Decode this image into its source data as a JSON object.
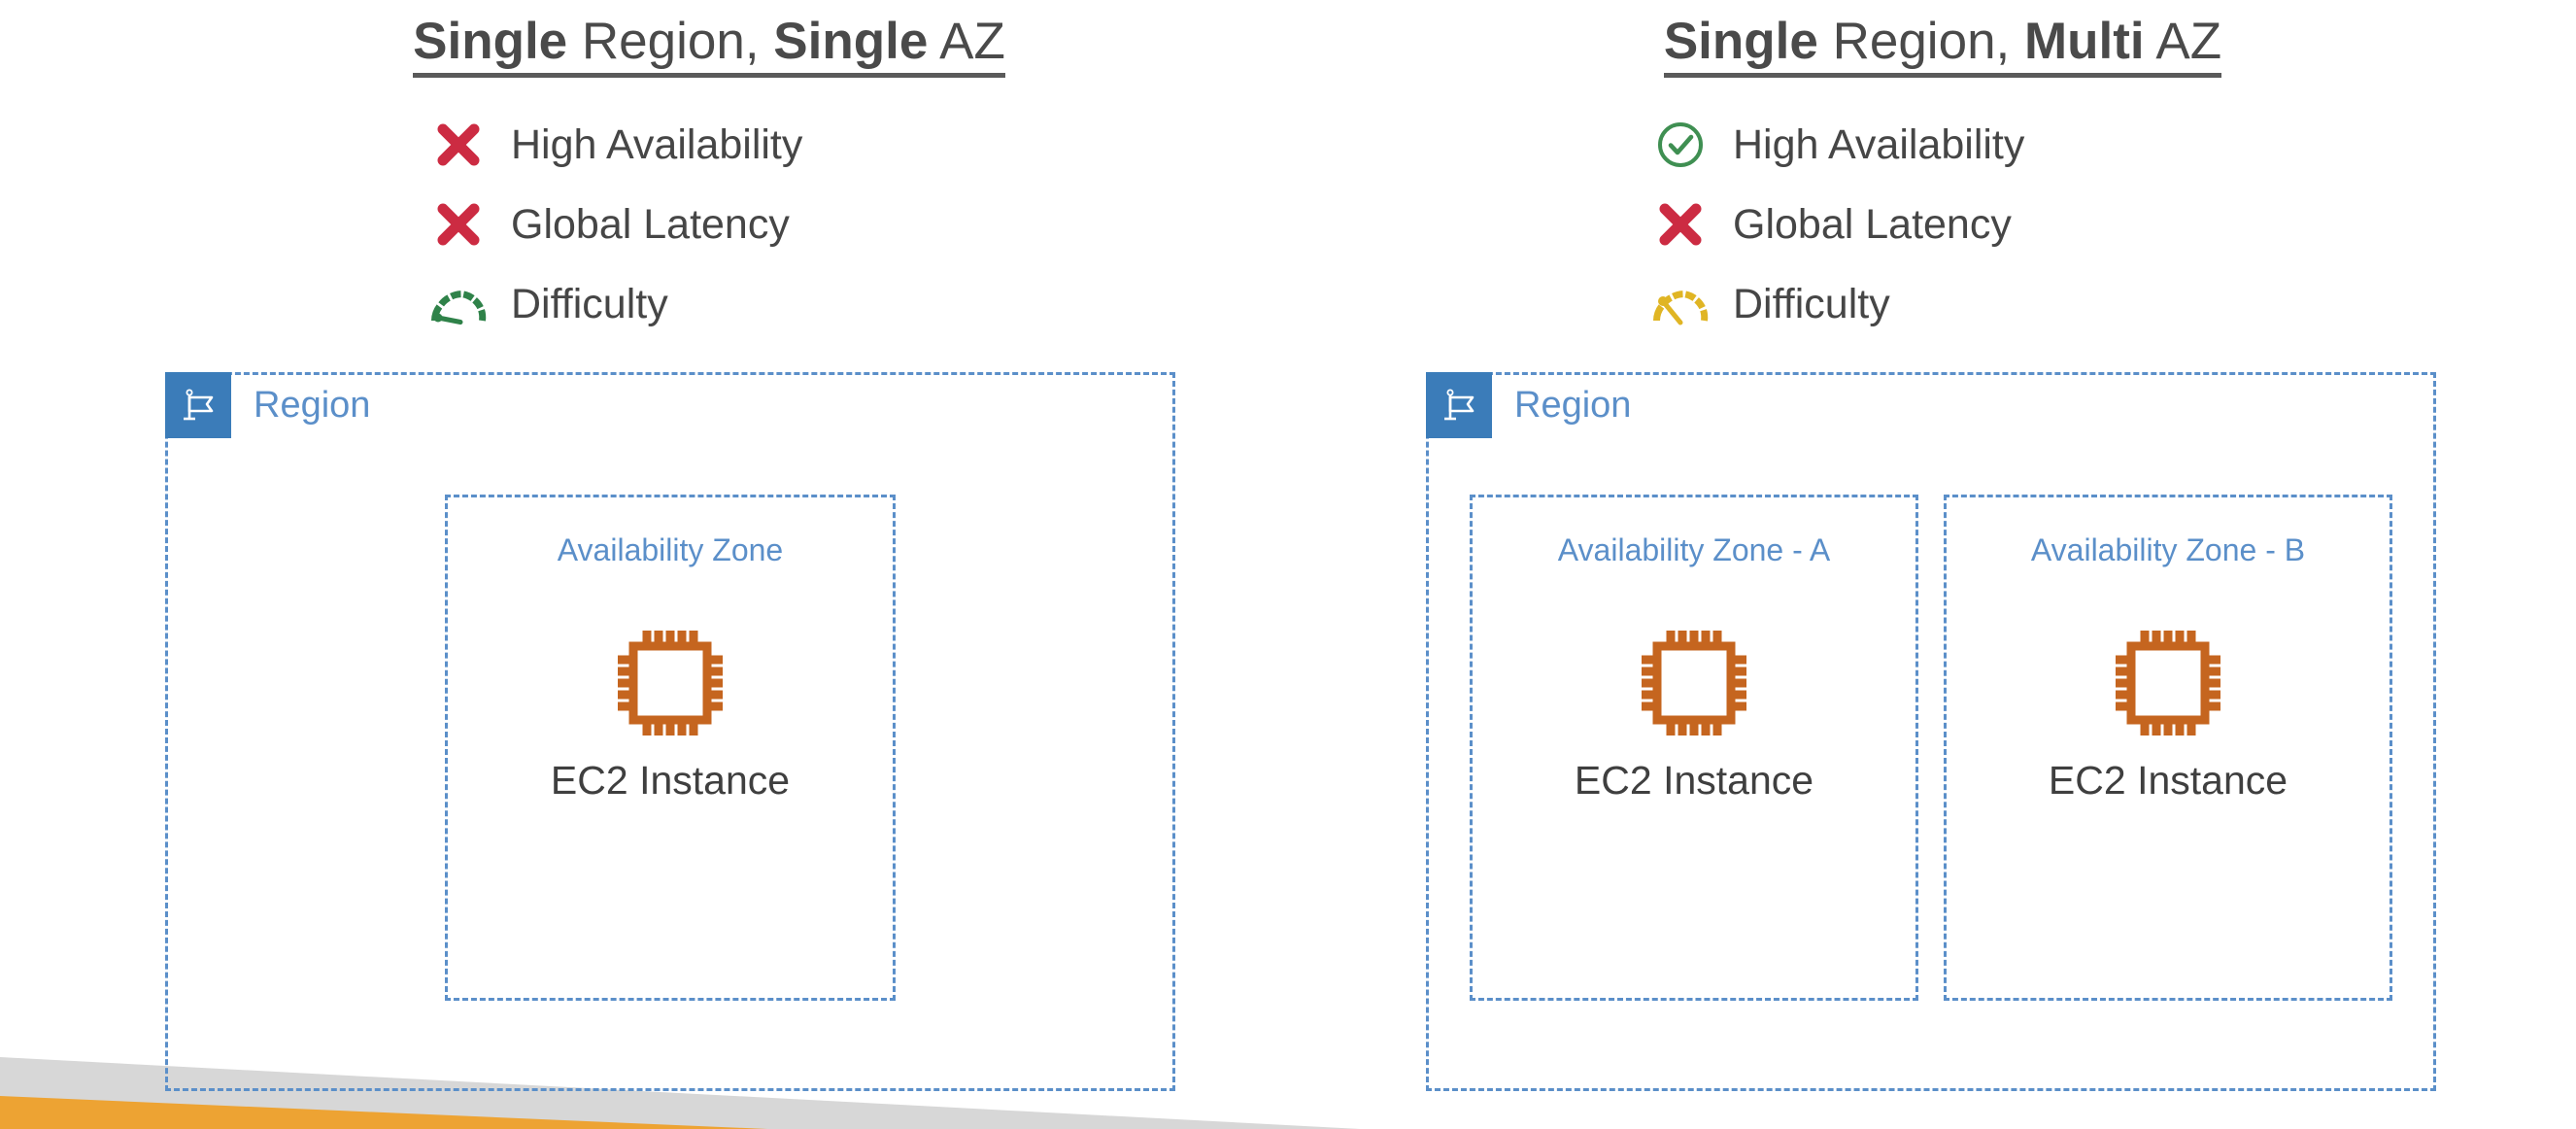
{
  "slide": {
    "accent_blue": "#5b8fc9",
    "flag_blue": "#3b7cb9",
    "ec2_orange": "#c5651f",
    "cross_red": "#cc2b42",
    "check_green": "#3f8f52",
    "gauge_green": "#2f8249",
    "gauge_yellow": "#e0b524",
    "deco_gray": "#d7d7d7",
    "deco_orange": "#eda333"
  },
  "columns": [
    {
      "title": {
        "parts": [
          {
            "text": "Single",
            "bold": true
          },
          {
            "text": " Region, ",
            "bold": false
          },
          {
            "text": "Single",
            "bold": true
          },
          {
            "text": " AZ",
            "bold": false
          }
        ],
        "plain": "Single Region, Single AZ"
      },
      "features": [
        {
          "label": "High Availability",
          "icon": "cross-icon",
          "status": "no"
        },
        {
          "label": "Global Latency",
          "icon": "cross-icon",
          "status": "no"
        },
        {
          "label": "Difficulty",
          "icon": "gauge-icon",
          "status": "low"
        }
      ],
      "region": {
        "label": "Region",
        "flag_icon": "flag-icon",
        "zones": [
          {
            "label": "Availability Zone",
            "resource_icon": "ec2-chip-icon",
            "resource_label": "EC2 Instance"
          }
        ]
      }
    },
    {
      "title": {
        "parts": [
          {
            "text": "Single",
            "bold": true
          },
          {
            "text": " Region, ",
            "bold": false
          },
          {
            "text": "Multi",
            "bold": true
          },
          {
            "text": " AZ",
            "bold": false
          }
        ],
        "plain": "Single Region, Multi AZ"
      },
      "features": [
        {
          "label": "High Availability",
          "icon": "check-circle-icon",
          "status": "yes"
        },
        {
          "label": "Global Latency",
          "icon": "cross-icon",
          "status": "no"
        },
        {
          "label": "Difficulty",
          "icon": "gauge-icon",
          "status": "medium"
        }
      ],
      "region": {
        "label": "Region",
        "flag_icon": "flag-icon",
        "zones": [
          {
            "label": "Availability Zone - A",
            "resource_icon": "ec2-chip-icon",
            "resource_label": "EC2 Instance"
          },
          {
            "label": "Availability Zone - B",
            "resource_icon": "ec2-chip-icon",
            "resource_label": "EC2 Instance"
          }
        ]
      }
    }
  ]
}
